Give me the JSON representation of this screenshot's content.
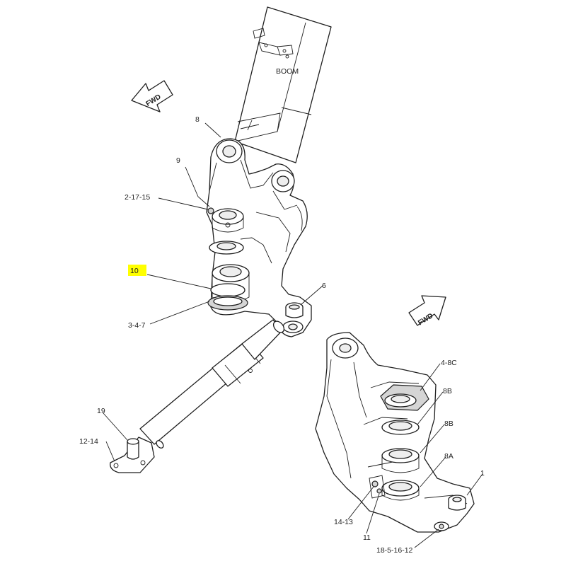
{
  "labels": {
    "boom": "BOOM",
    "fwd_top": "FWD",
    "fwd_right": "FWD"
  },
  "callouts": {
    "c8": "8",
    "c9": "9",
    "c2_17_15": "2-17-15",
    "c10": "10",
    "c6": "6",
    "c3_4_7": "3-4-7",
    "c4_8c": "4-8C",
    "c8b_top": "8B",
    "c8b_bottom": "8B",
    "c8a": "8A",
    "c1": "1",
    "c19": "19",
    "c12_14": "12-14",
    "c14_13": "14-13",
    "c11": "11",
    "c18_5_16_12": "18-5-16-12"
  },
  "highlight": {
    "callout": "10",
    "color": "#ffff00"
  },
  "colors": {
    "line": "#1e1e1e",
    "highlight": "#ffff00"
  }
}
